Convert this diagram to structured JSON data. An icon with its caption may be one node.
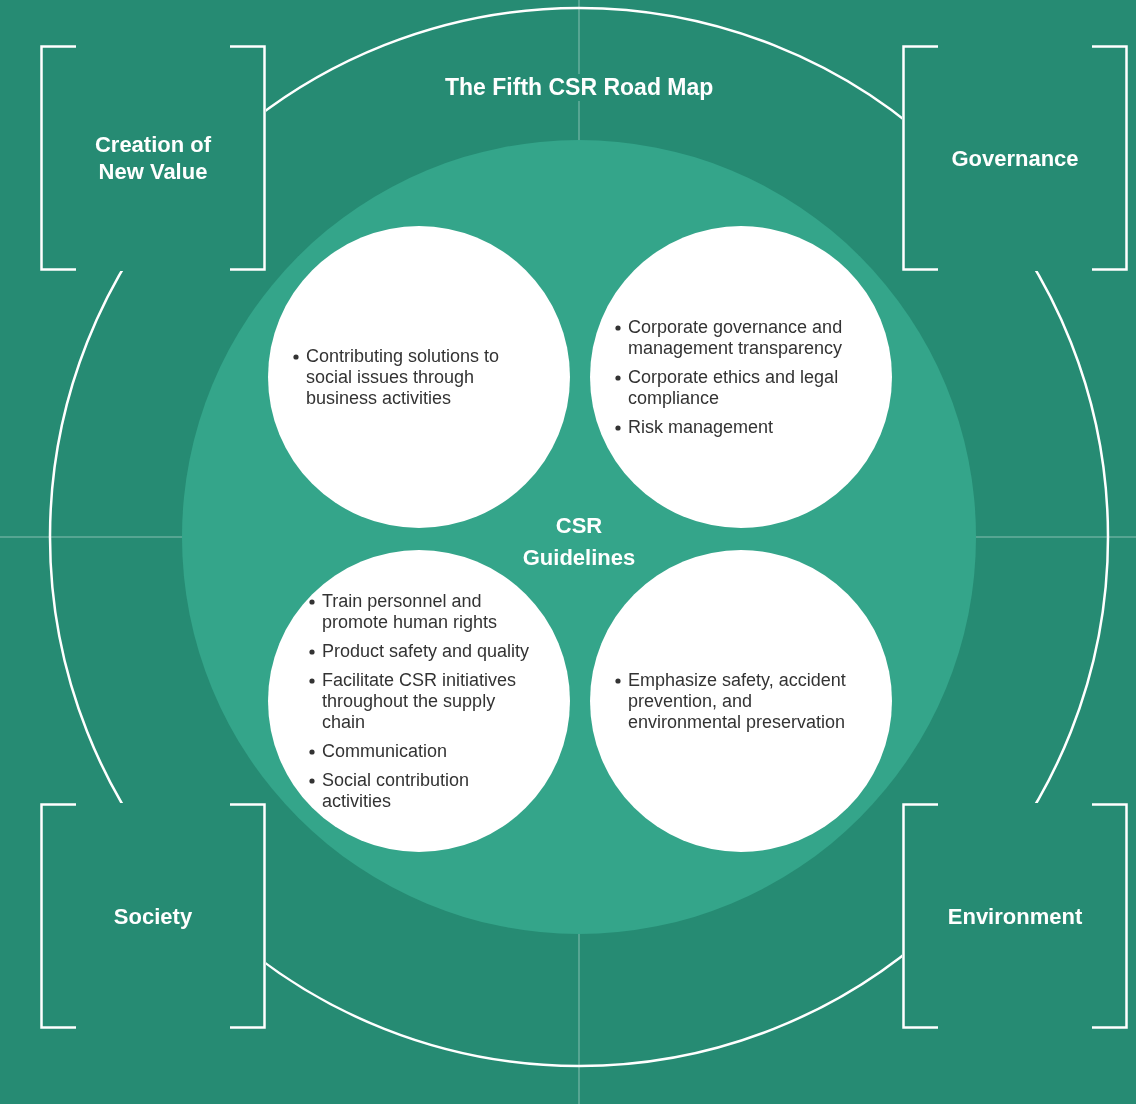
{
  "diagram": {
    "title": "The Fifth CSR Road Map",
    "nodes": [
      {
        "text": [
          "CSR Guidelines"
        ]
      },
      {
        "text": [
          "Creation of New Value"
        ]
      },
      {
        "text": [
          "Governance"
        ]
      },
      {
        "text": [
          "Society"
        ]
      },
      {
        "text": [
          "Environment"
        ]
      },
      {
        "text": [
          "Contributing solutions to social issues through business activities"
        ],
        "in": 0
      },
      {
        "text": [
          "Corporate governance and management transparency",
          "Corporate ethics and legal compliance",
          "Risk management"
        ],
        "in": 0
      },
      {
        "text": [
          "Train personnel and promote human rights",
          "Product safety and quality",
          "Facilitate CSR initiatives throughout the supply chain",
          "Communication",
          "Social contribution activities"
        ],
        "in": 0
      },
      {
        "text": [
          "Emphasize safety, accident prevention, and environmental preservation"
        ],
        "in": 0
      }
    ]
  }
}
